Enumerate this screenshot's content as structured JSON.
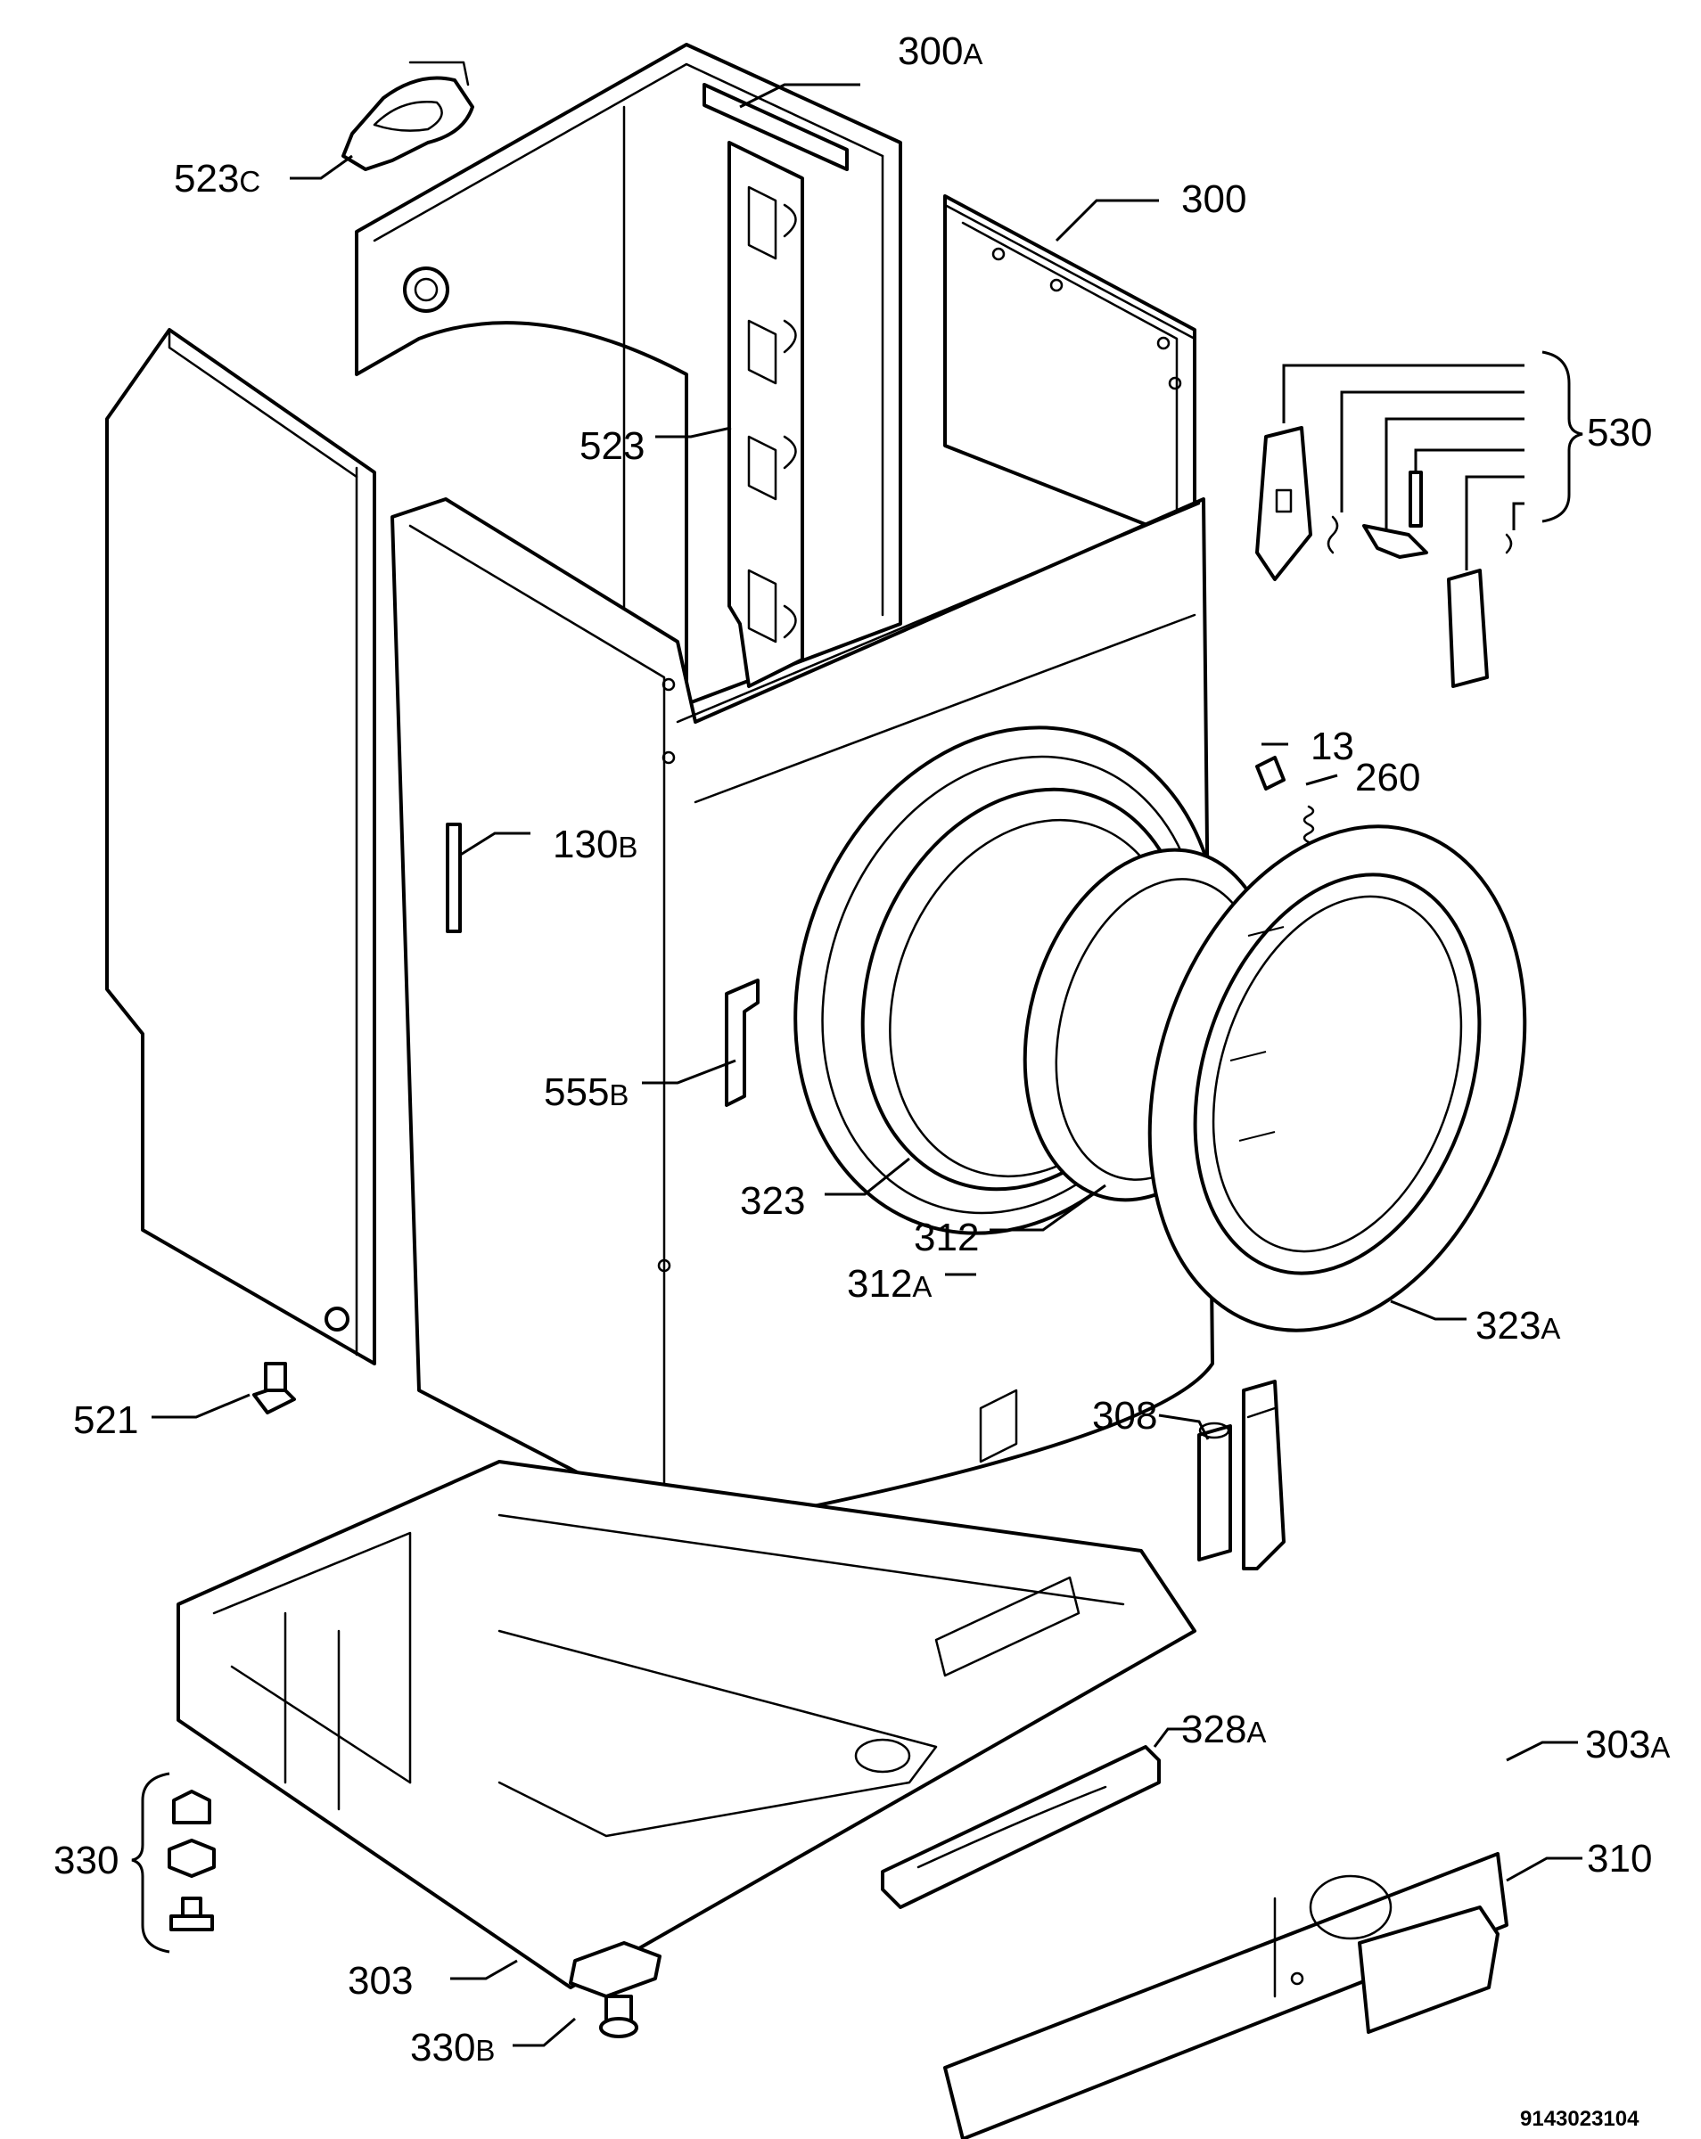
{
  "diagram": {
    "document_id": "9143023104",
    "labels": {
      "l300A": {
        "num": "300",
        "suffix": "A"
      },
      "l523C": {
        "num": "523",
        "suffix": "C"
      },
      "l300": {
        "num": "300",
        "suffix": ""
      },
      "l530": {
        "num": "530",
        "suffix": ""
      },
      "l523": {
        "num": "523",
        "suffix": ""
      },
      "l13": {
        "num": "13",
        "suffix": ""
      },
      "l260": {
        "num": "260",
        "suffix": ""
      },
      "l130B": {
        "num": "130",
        "suffix": "B"
      },
      "l555B": {
        "num": "555",
        "suffix": "B"
      },
      "l323": {
        "num": "323",
        "suffix": ""
      },
      "l312": {
        "num": "312",
        "suffix": ""
      },
      "l312A": {
        "num": "312",
        "suffix": "A"
      },
      "l323A": {
        "num": "323",
        "suffix": "A"
      },
      "l521": {
        "num": "521",
        "suffix": ""
      },
      "l308": {
        "num": "308",
        "suffix": ""
      },
      "l328A": {
        "num": "328",
        "suffix": "A"
      },
      "l303A": {
        "num": "303",
        "suffix": "A"
      },
      "l310": {
        "num": "310",
        "suffix": ""
      },
      "l330": {
        "num": "330",
        "suffix": ""
      },
      "l303": {
        "num": "303",
        "suffix": ""
      },
      "l330B": {
        "num": "330",
        "suffix": "B"
      }
    }
  }
}
